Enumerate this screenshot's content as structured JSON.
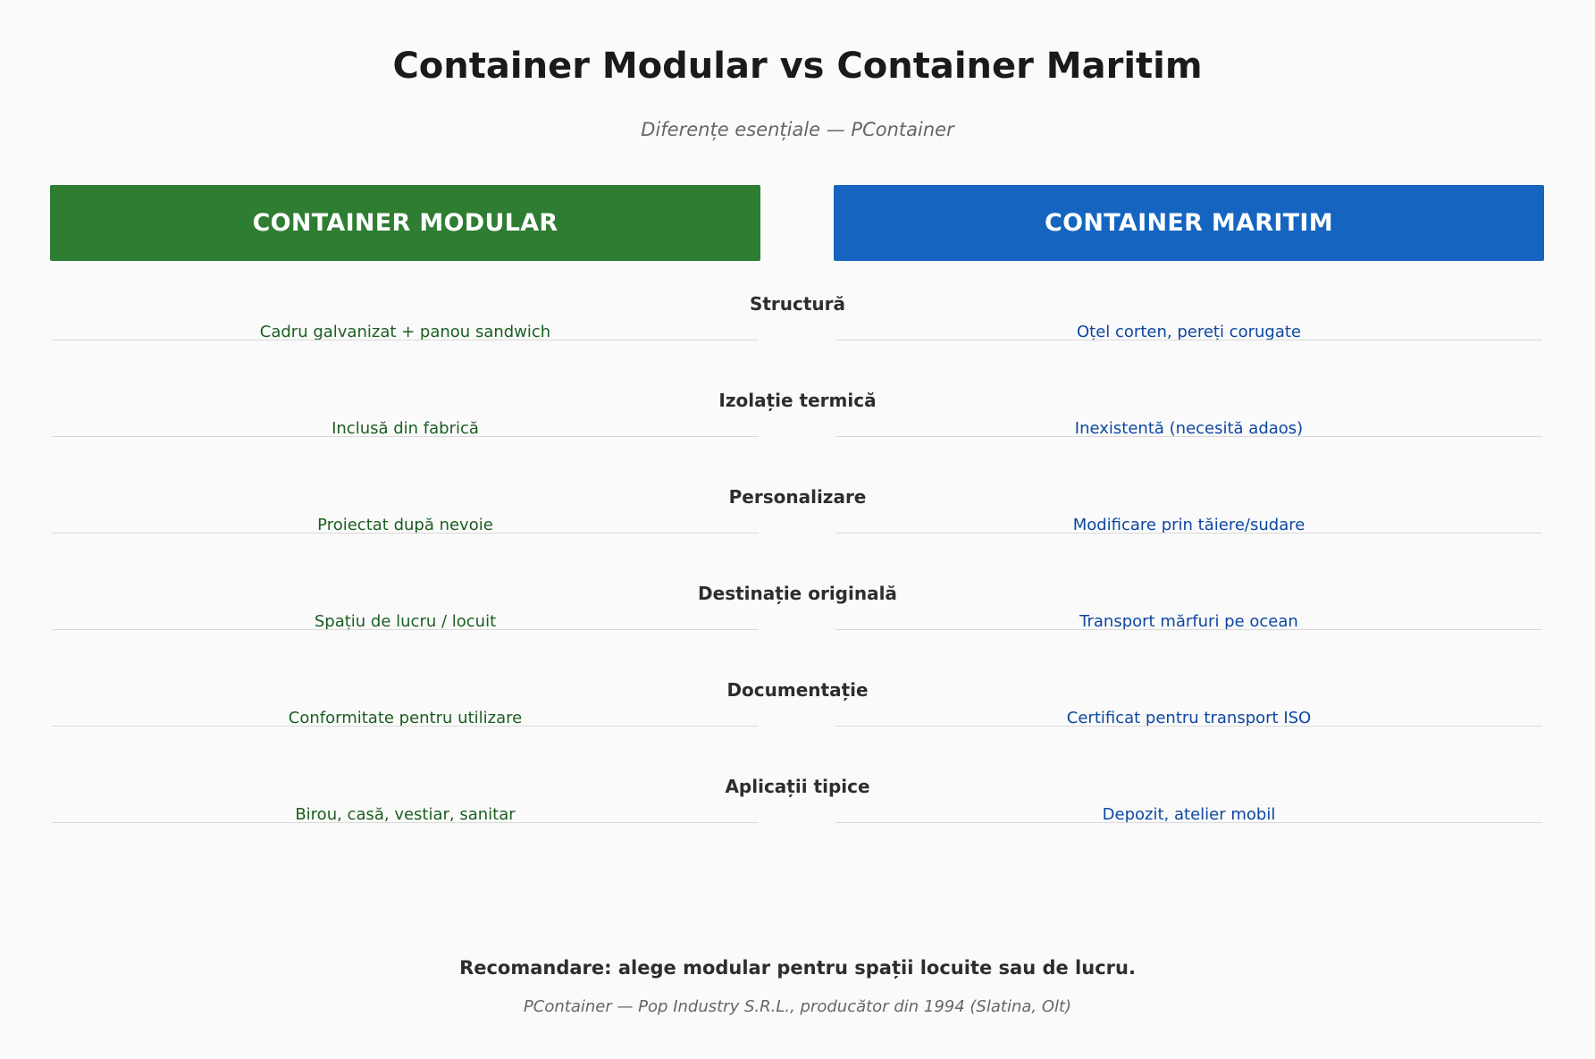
{
  "header": {
    "title": "Container Modular vs Container Maritim",
    "subtitle": "Diferențe esențiale — PContainer"
  },
  "columns": {
    "left": {
      "label": "CONTAINER MODULAR",
      "color": "#2e7d32",
      "text_color": "#1b5e20"
    },
    "right": {
      "label": "CONTAINER MARITIM",
      "color": "#1565c0",
      "text_color": "#0d47a1"
    }
  },
  "rows": [
    {
      "label": "Structură",
      "left": "Cadru galvanizat + panou sandwich",
      "right": "Oțel corten, pereți corugate"
    },
    {
      "label": "Izolație termică",
      "left": "Inclusă din fabrică",
      "right": "Inexistentă (necesită adaos)"
    },
    {
      "label": "Personalizare",
      "left": "Proiectat după nevoie",
      "right": "Modificare prin tăiere/sudare"
    },
    {
      "label": "Destinație originală",
      "left": "Spațiu de lucru / locuit",
      "right": "Transport mărfuri pe ocean"
    },
    {
      "label": "Documentație",
      "left": "Conformitate pentru utilizare",
      "right": "Certificat pentru transport ISO"
    },
    {
      "label": "Aplicații tipice",
      "left": "Birou, casă, vestiar, sanitar",
      "right": "Depozit, atelier mobil"
    }
  ],
  "footer": {
    "recommendation": "Recomandare: alege modular pentru spații locuite sau de lucru.",
    "credit": "PContainer — Pop Industry S.R.L., producător din 1994 (Slatina, Olt)"
  }
}
